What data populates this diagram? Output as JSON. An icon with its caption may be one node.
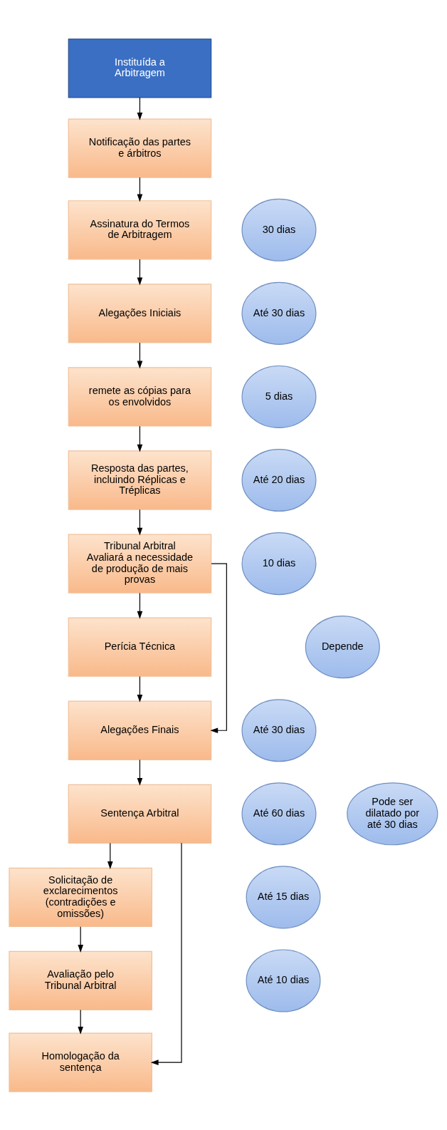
{
  "diagram": {
    "nodes": [
      {
        "text": [
          "Instituída a Arbitragem"
        ]
      },
      {
        "text": [
          "Notificação das partes e árbitros"
        ]
      },
      {
        "text": [
          "Assinatura do Termos de Arbitragem"
        ]
      },
      {
        "text": [
          "30 dias"
        ]
      },
      {
        "text": [
          "Alegações Iniciais"
        ]
      },
      {
        "text": [
          "Até 30 dias"
        ]
      },
      {
        "text": [
          "remete as cópias para os envolvidos"
        ]
      },
      {
        "text": [
          "5 dias"
        ]
      },
      {
        "text": [
          "Resposta das partes, incluindo Réplicas e Tréplicas"
        ]
      },
      {
        "text": [
          "Até 20 dias"
        ]
      },
      {
        "text": [
          "Tribunal Arbitral Avaliará a necessidade de produção de mais provas"
        ]
      },
      {
        "text": [
          "10 dias"
        ]
      },
      {
        "text": [
          "Perícia Técnica"
        ]
      },
      {
        "text": [
          "Depende"
        ]
      },
      {
        "text": [
          "Alegações Finais"
        ]
      },
      {
        "text": [
          "Até 30 dias"
        ]
      },
      {
        "text": [
          "Sentença Arbitral"
        ]
      },
      {
        "text": [
          "Até 60 dias"
        ]
      },
      {
        "text": [
          "Pode ser dilatado por até 30 dias"
        ]
      },
      {
        "text": [
          "Solicitação de exclarecimentos (contradições e omissões)"
        ]
      },
      {
        "text": [
          "Até 15 dias"
        ]
      },
      {
        "text": [
          "Avaliação pelo Tribunal Arbitral"
        ]
      },
      {
        "text": [
          "Até 10 dias"
        ]
      },
      {
        "text": [
          "Homologação da sentença"
        ]
      }
    ],
    "edges": [
      {
        "from": 0,
        "to": 1,
        "arrow": "to"
      },
      {
        "from": 1,
        "to": 2,
        "arrow": "to"
      },
      {
        "from": 2,
        "to": 4,
        "arrow": "to"
      },
      {
        "from": 4,
        "to": 6,
        "arrow": "to"
      },
      {
        "from": 6,
        "to": 8,
        "arrow": "to"
      },
      {
        "from": 8,
        "to": 10,
        "arrow": "to"
      },
      {
        "from": 10,
        "to": 12,
        "arrow": "to"
      },
      {
        "from": 12,
        "to": 14,
        "arrow": "to"
      },
      {
        "from": 14,
        "to": 16,
        "arrow": "to"
      },
      {
        "from": 16,
        "to": 19,
        "arrow": "to"
      },
      {
        "from": 19,
        "to": 21,
        "arrow": "to"
      },
      {
        "from": 21,
        "to": 23,
        "arrow": "to"
      },
      {
        "from": 10,
        "to": 14,
        "arrow": "to"
      },
      {
        "from": 16,
        "to": 23,
        "arrow": "to"
      }
    ]
  }
}
